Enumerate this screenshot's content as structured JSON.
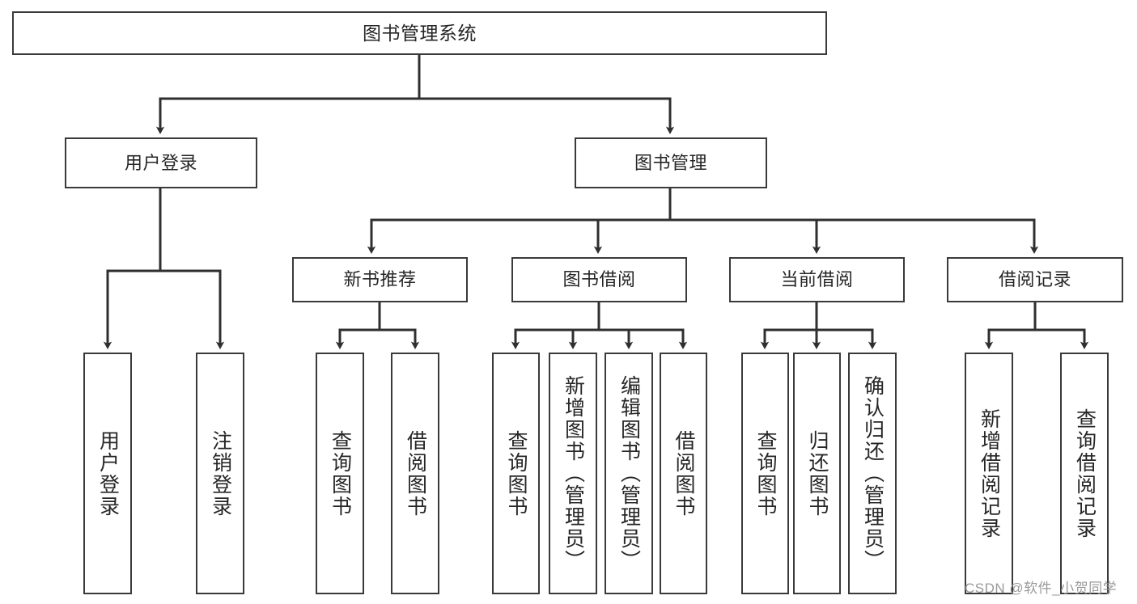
{
  "diagram": {
    "title": "图书管理系统",
    "type": "hierarchy-tree",
    "root": {
      "label": "图书管理系统"
    },
    "level2": [
      {
        "label": "用户登录"
      },
      {
        "label": "图书管理"
      }
    ],
    "level3": [
      {
        "label": "新书推荐"
      },
      {
        "label": "图书借阅"
      },
      {
        "label": "当前借阅"
      },
      {
        "label": "借阅记录"
      }
    ],
    "leaves": {
      "user_login": [
        {
          "label": "用户登录"
        },
        {
          "label": "注销登录"
        }
      ],
      "new_book_recommend": [
        {
          "label": "查询图书"
        },
        {
          "label": "借阅图书"
        }
      ],
      "book_borrow": [
        {
          "label": "查询图书"
        },
        {
          "label": "新增图书（管理员）"
        },
        {
          "label": "编辑图书（管理员）"
        },
        {
          "label": "借阅图书"
        }
      ],
      "current_borrow": [
        {
          "label": "查询图书"
        },
        {
          "label": "归还图书"
        },
        {
          "label": "确认归还（管理员）"
        }
      ],
      "borrow_record": [
        {
          "label": "新增借阅记录"
        },
        {
          "label": "查询借阅记录"
        }
      ]
    }
  },
  "watermark": {
    "text": "CSDN @软件_小贺同学"
  },
  "colors": {
    "box_border": "#3a3a3a",
    "box_fill": "#ffffff",
    "edge": "#2f2f2f",
    "text": "#262626",
    "watermark": "#9a9a9a"
  }
}
